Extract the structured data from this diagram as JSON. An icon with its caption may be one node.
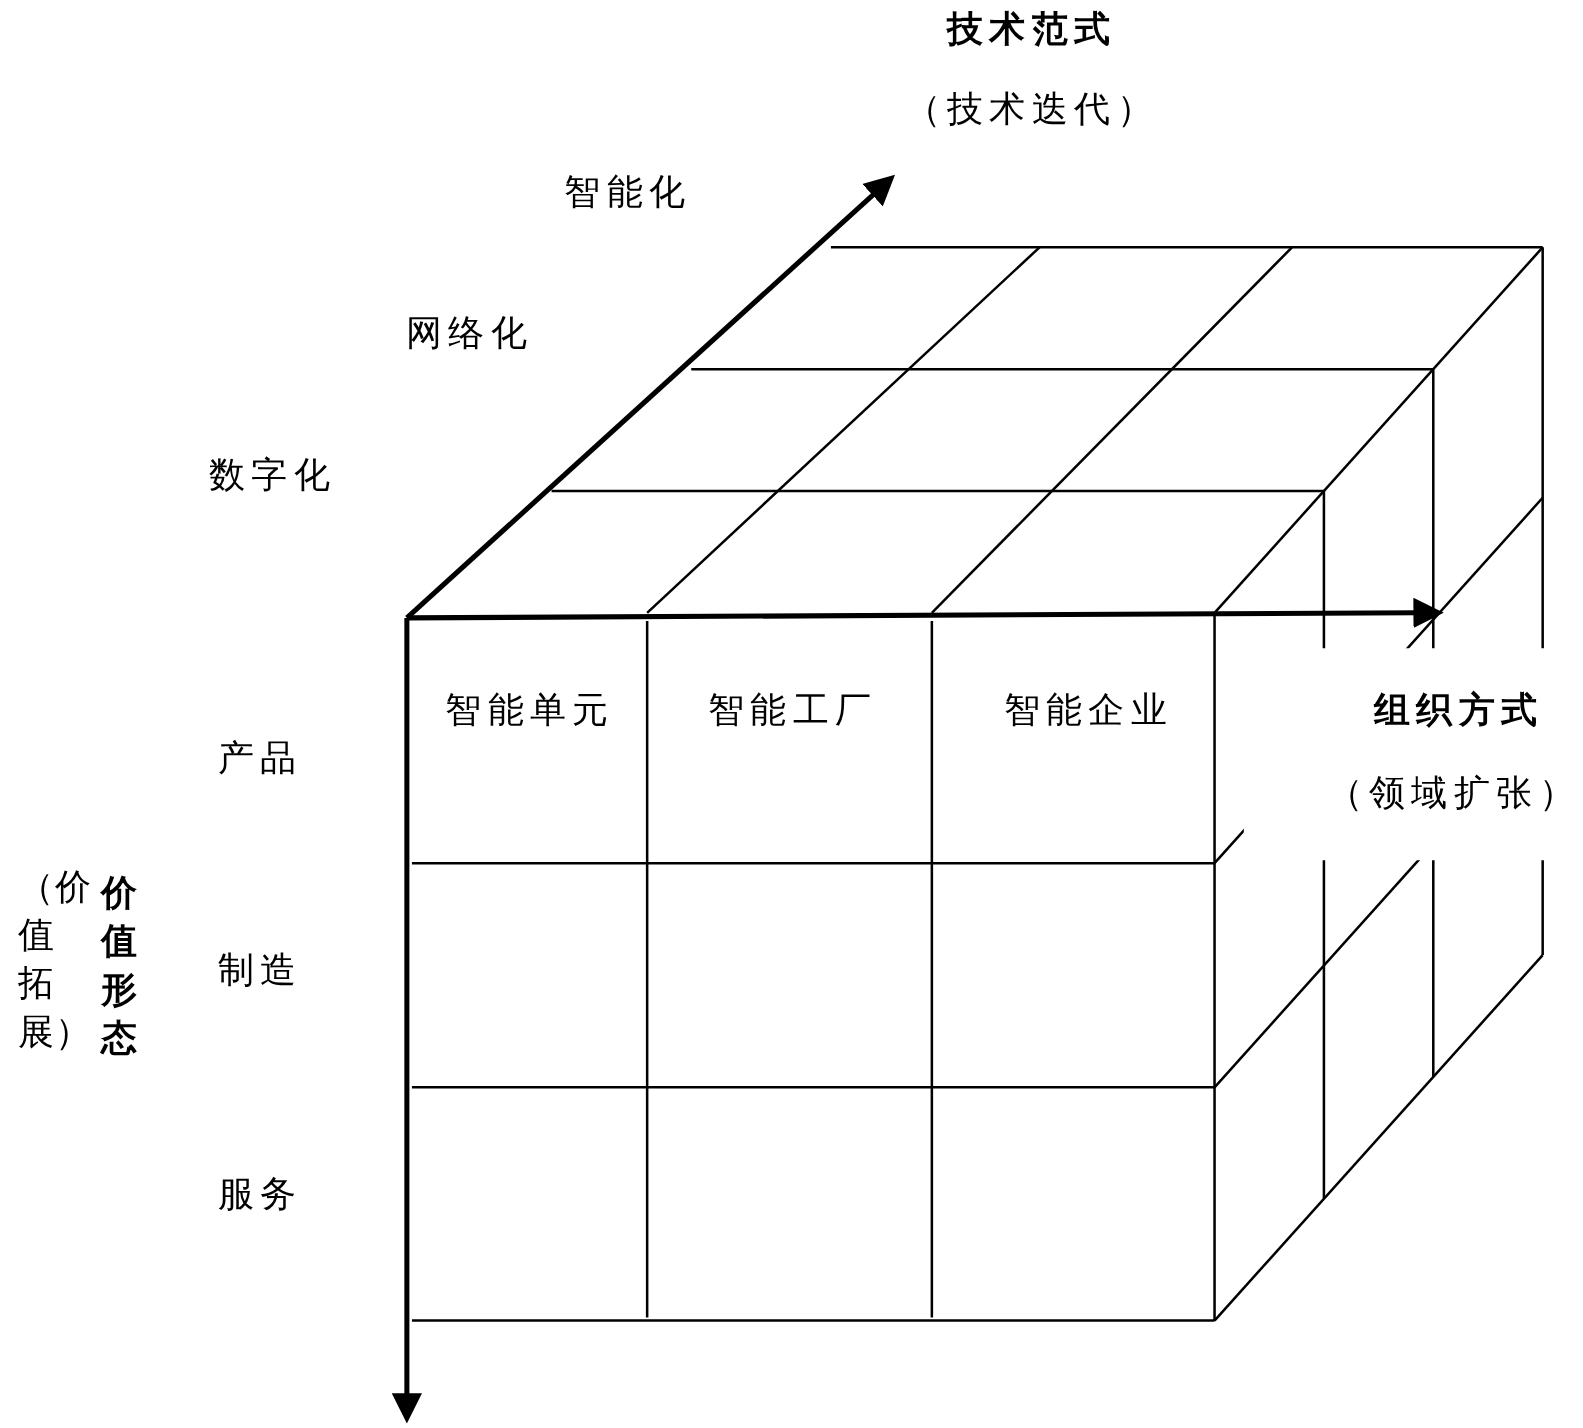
{
  "diagram": {
    "labels": [
      "技术范式",
      "（技术迭代）",
      "智能化",
      "网络化",
      "数字化",
      "智能单元",
      "智能工厂",
      "智能企业",
      "组织方式",
      "（领域扩张）",
      "产品",
      "（价值拓展）",
      "价值形态",
      "制造",
      "服务"
    ]
  }
}
